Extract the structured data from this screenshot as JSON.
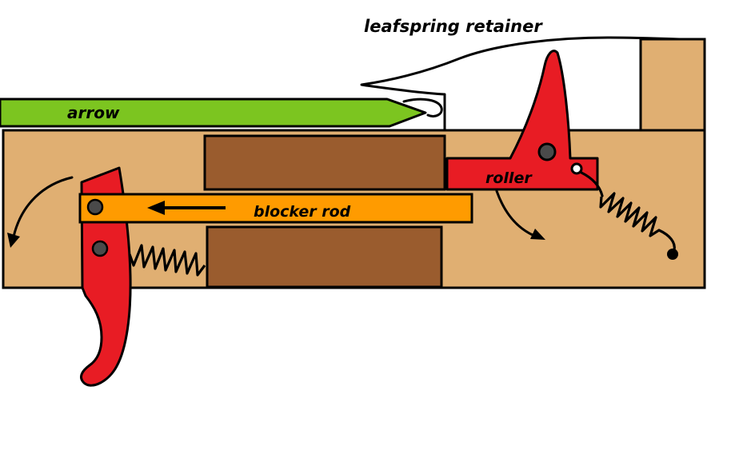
{
  "diagram": {
    "labels": {
      "leafspring_retainer": "leafspring retainer",
      "arrow": "arrow",
      "roller": "roller",
      "blocker_rod": "blocker rod"
    },
    "colors": {
      "background": "#FFFFFF",
      "outline": "#000000",
      "wood_tan": "#E0AF72",
      "block_brown": "#9A5C2E",
      "arrow_green": "#7CC520",
      "rod_orange": "#FF9B00",
      "part_red": "#E81C24",
      "pivot_gray": "#4A4A4A",
      "pin_white": "#FFFFFF"
    }
  }
}
